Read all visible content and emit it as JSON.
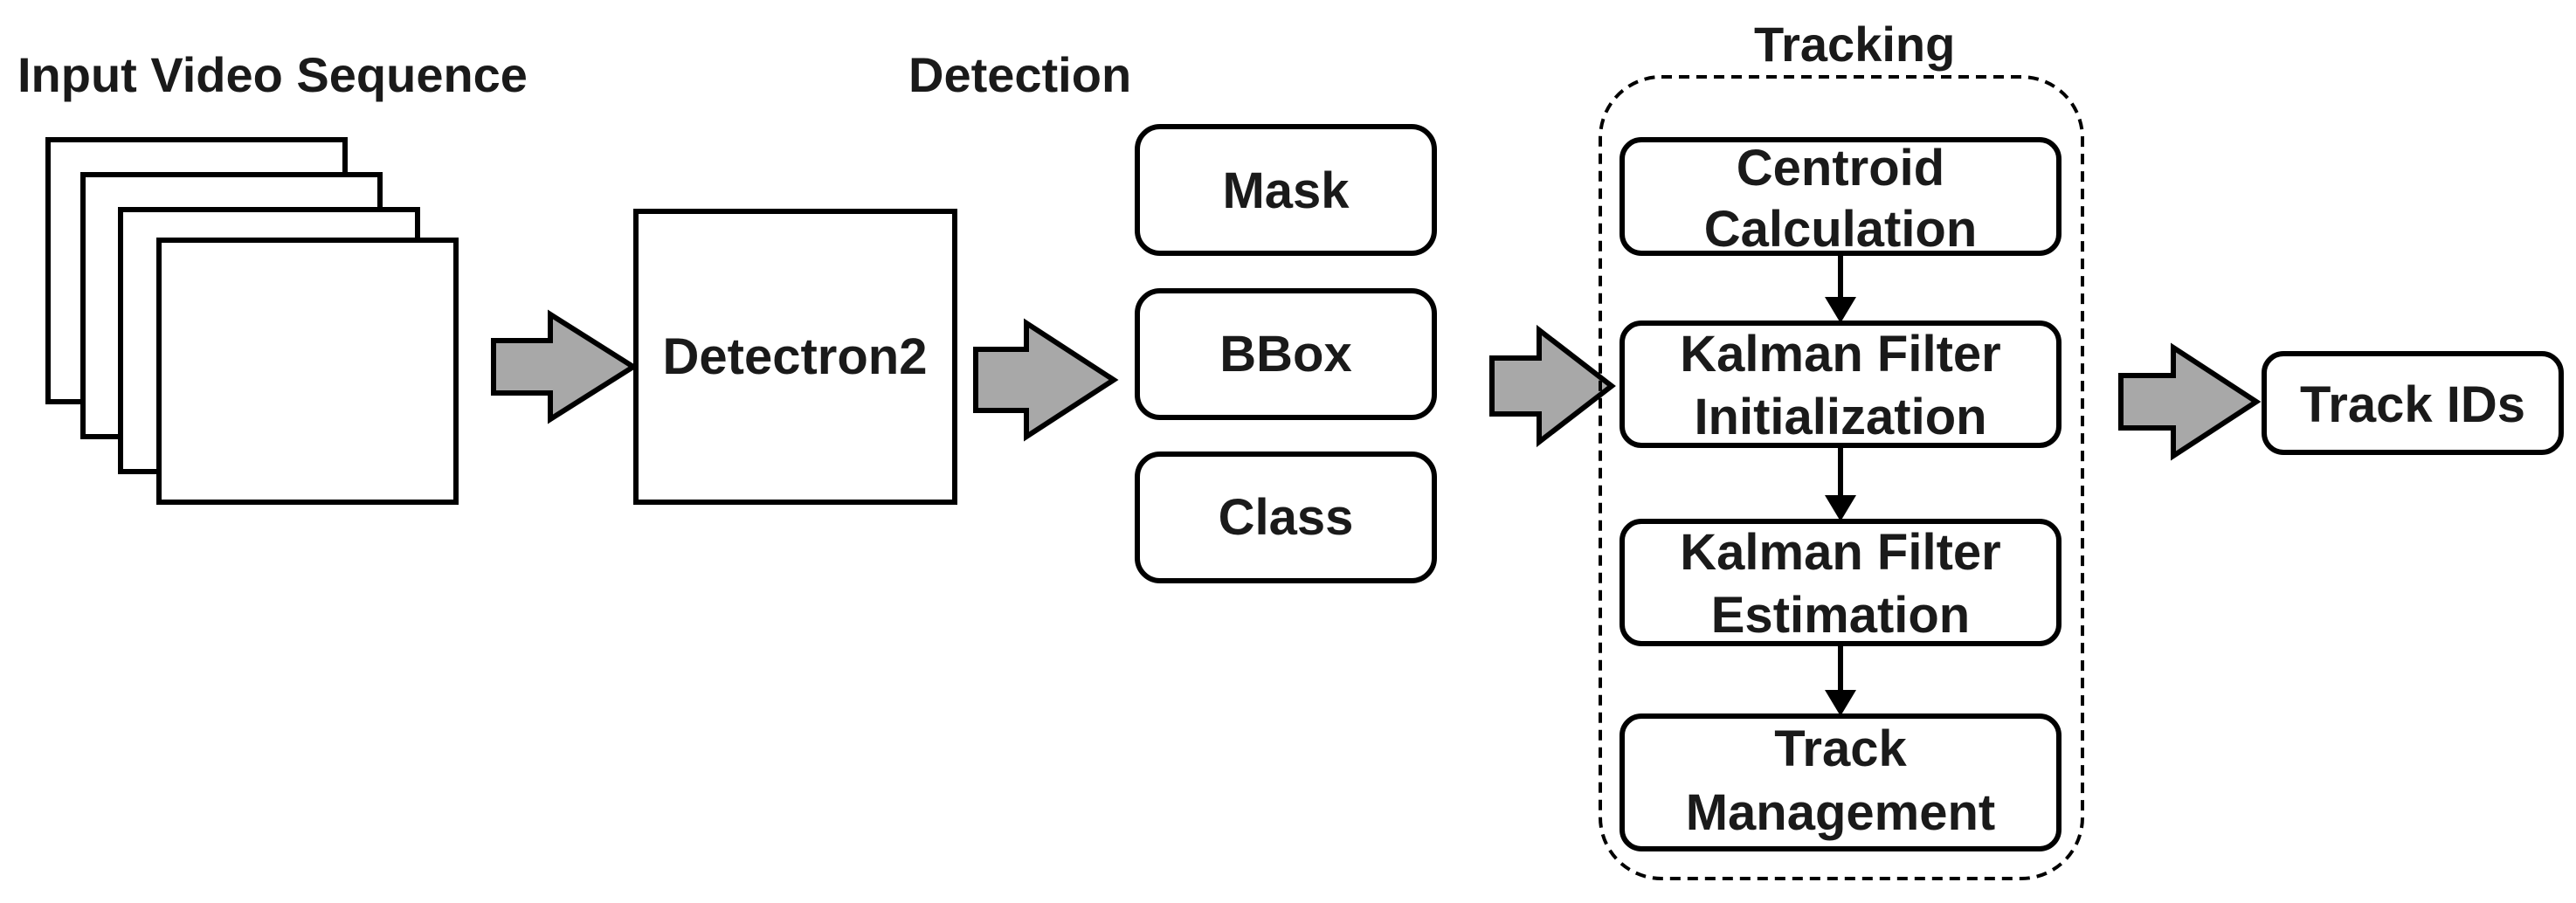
{
  "labels": {
    "input_title": "Input Video Sequence",
    "detection_title": "Detection",
    "tracking_title": "Tracking"
  },
  "nodes": {
    "detectron": "Detectron2",
    "outputs": [
      "Mask",
      "BBox",
      "Class"
    ],
    "tracking_steps": [
      [
        "Centroid",
        "Calculation"
      ],
      [
        "Kalman Filter",
        "Initialization"
      ],
      [
        "Kalman Filter",
        "Estimation"
      ],
      [
        "Track",
        "Management"
      ]
    ],
    "result": "Track IDs"
  },
  "colors": {
    "arrow_fill": "#a8a8a8",
    "stroke": "#000000",
    "text": "#1a1a1a"
  }
}
